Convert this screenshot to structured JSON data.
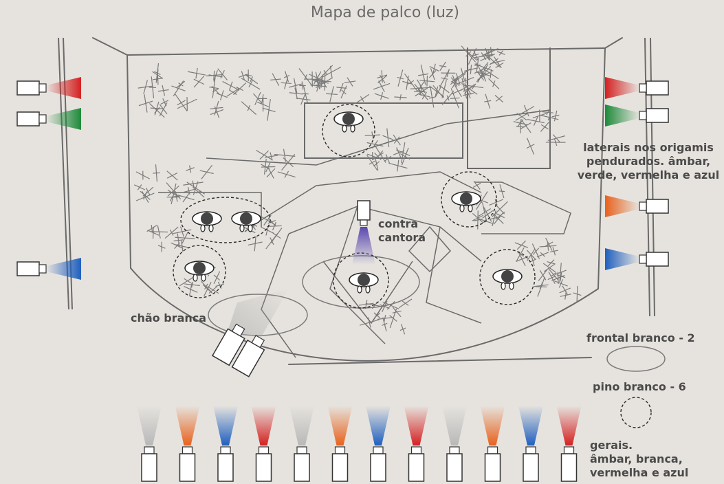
{
  "title": "Mapa de palco (luz)",
  "labels": {
    "laterais_line1": "laterais nos origamis",
    "laterais_line2": "pendurados. âmbar,",
    "laterais_line3": "verde, vermelha e azul",
    "contra_line1": "contra",
    "contra_line2": "cantora",
    "chao": "chão branca",
    "frontal": "frontal branco - 2",
    "pino": "pino branco - 6",
    "gerais_line1": "gerais.",
    "gerais_line2": "âmbar, branca,",
    "gerais_line3": "vermelha e azul"
  },
  "colors": {
    "red": "#d42020",
    "green": "#1d8a3a",
    "blue": "#1f5fbf",
    "amber": "#e8611c",
    "white": "#b8b8b8",
    "purple": "#5a48b0",
    "pencil": "#5e5e5e"
  },
  "left_lights": [
    "red",
    "green",
    "blue"
  ],
  "right_lights": [
    "red",
    "green",
    "amber",
    "blue"
  ],
  "bottom_lights": [
    "white",
    "amber",
    "blue",
    "red",
    "white",
    "amber",
    "blue",
    "red",
    "white",
    "amber",
    "blue",
    "red"
  ]
}
